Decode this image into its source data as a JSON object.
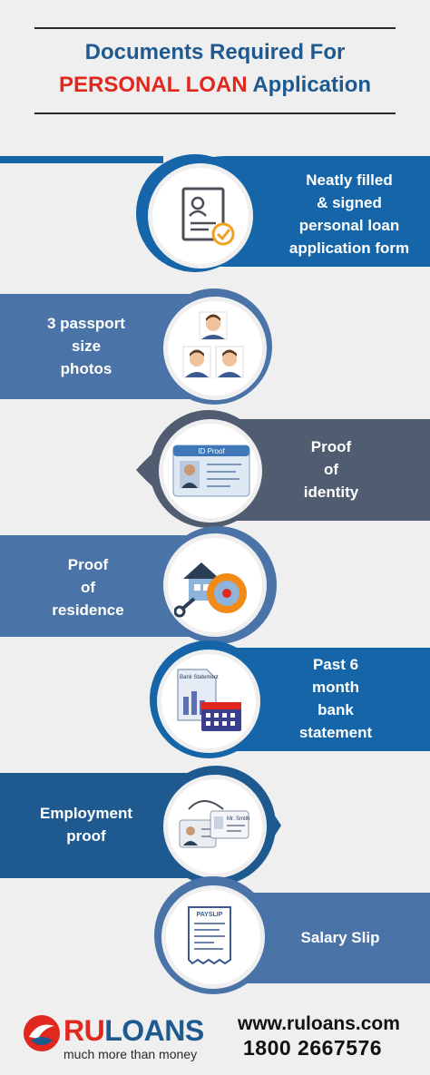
{
  "header": {
    "title_line1": "Documents Required For",
    "title_highlight": "PERSONAL LOAN",
    "title_rest": "Application"
  },
  "items": [
    {
      "label": "Neatly filled\n& signed\npersonal loan\napplication form",
      "icon": "application-form-icon",
      "color": "#1565a8"
    },
    {
      "label": "3 passport\nsize\nphotos",
      "icon": "passport-photos-icon",
      "color": "#4a74a7"
    },
    {
      "label": "Proof\nof\nidentity",
      "icon": "id-proof-card-icon",
      "color": "#505c6f"
    },
    {
      "label": "Proof\nof\nresidence",
      "icon": "residence-key-icon",
      "color": "#4a74a7"
    },
    {
      "label": "Past 6\nmonth\nbank\nstatement",
      "icon": "bank-statement-icon",
      "color": "#1565a8"
    },
    {
      "label": "Employment\nproof",
      "icon": "employment-id-icon",
      "color": "#1e5a8f"
    },
    {
      "label": "Salary Slip",
      "icon": "payslip-icon",
      "color": "#4a74a7"
    }
  ],
  "icon_text": {
    "id_card_title": "ID Proof",
    "bank_statement_title": "Bank Statement",
    "payslip_title": "PAYSLIP",
    "employee_card_name": "Mr. Smith"
  },
  "footer": {
    "brand_ru": "RU",
    "brand_rest": "LOANS",
    "tagline": "much more than money",
    "website": "www.ruloans.com",
    "phone": "1800 2667576"
  }
}
